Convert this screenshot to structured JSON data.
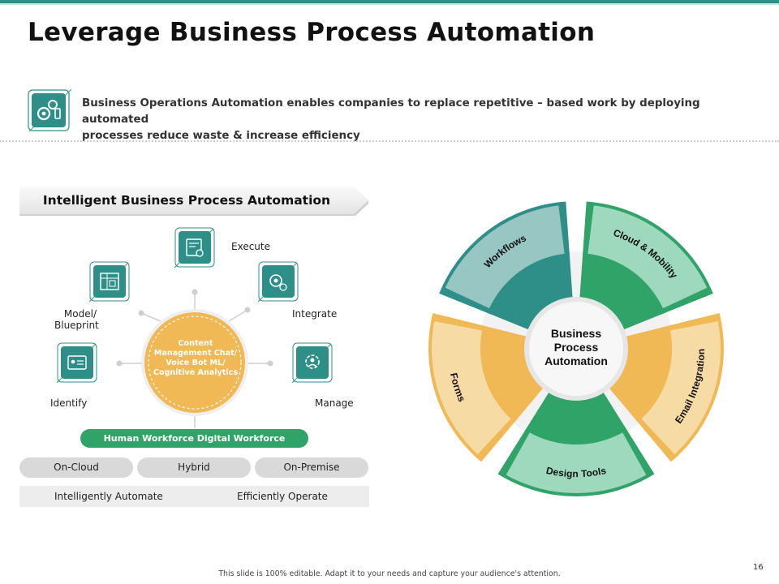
{
  "slide": {
    "title": "Leverage Business Process Automation",
    "intro_line1": "Business Operations Automation enables companies to replace repetitive – based work by deploying automated",
    "intro_line2": "processes reduce waste & increase efficiency",
    "page_number": "16",
    "footer": "This slide is 100% editable.  Adapt it to your needs and capture your audience's attention."
  },
  "left_panel": {
    "banner": "Intelligent Business Process Automation",
    "center_line1": "Content",
    "center_line2": "Management Chat/",
    "center_line3": "Voice Bot ML/",
    "center_line4": "Cognitive Analytics",
    "nodes": {
      "execute": "Execute",
      "integrate": "Integrate",
      "manage": "Manage",
      "identify": "Identify",
      "model_line1": "Model/",
      "model_line2": "Blueprint"
    },
    "workforce": "Human Workforce Digital Workforce",
    "deployment": [
      "On-Cloud",
      "Hybrid",
      "On-Premise"
    ],
    "outcomes": [
      "Intelligently Automate",
      "Efficiently Operate"
    ]
  },
  "wheel": {
    "center_line1": "Business",
    "center_line2": "Process",
    "center_line3": "Automation",
    "segments": [
      {
        "label": "Workflows"
      },
      {
        "label": "Cloud & Mobility"
      },
      {
        "label": "Email Integration"
      },
      {
        "label": "Design Tools"
      },
      {
        "label": "Forms"
      }
    ]
  },
  "colors": {
    "teal": "#2e8f89",
    "green": "#2fa368",
    "orange": "#f0b955",
    "light_teal": "#98c6c3",
    "light_green": "#9fd9bd",
    "light_orange": "#f7dba5"
  }
}
